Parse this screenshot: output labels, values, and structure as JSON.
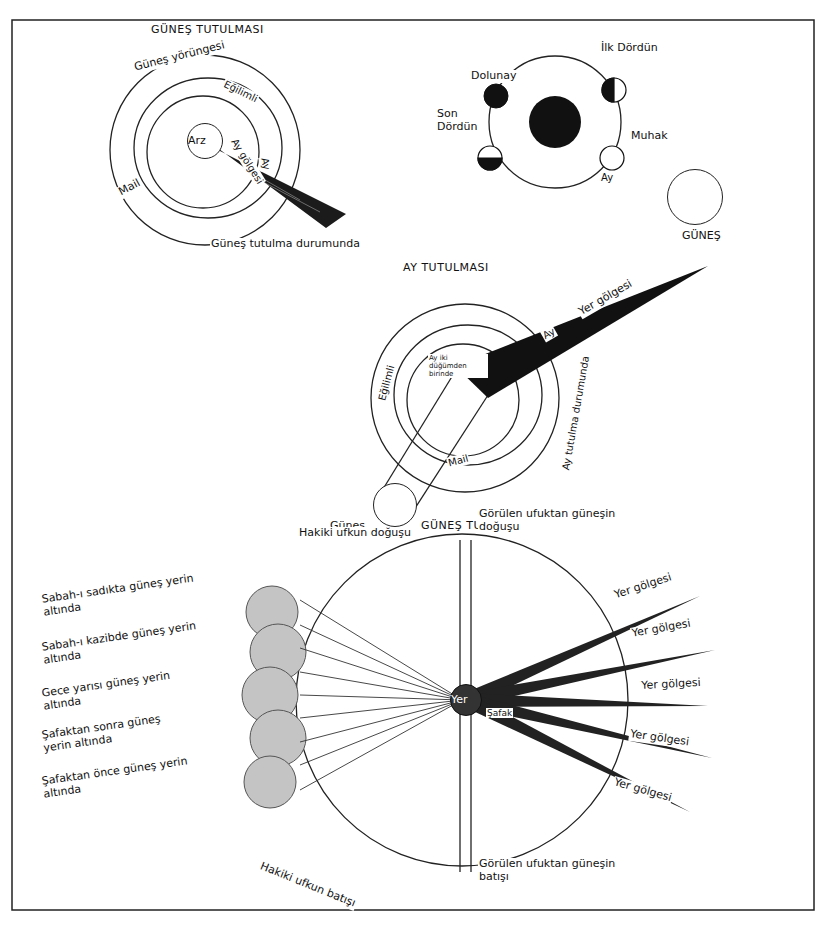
{
  "diagram": {
    "nodes": [
      {
        "text": [
          "Arz"
        ]
      },
      {
        "text": [
          "GÜNEŞ"
        ]
      },
      {
        "text": [
          "Güneş"
        ]
      },
      {
        "text": [
          "Yer"
        ]
      }
    ],
    "labels": [
      "GÜNEŞ TUTULMASI",
      "Güneş yörüngesi",
      "Eğilimli",
      "Ay gölgesi",
      "Mail",
      "Ay",
      "Güneş tutulma durumunda",
      "Dolunay",
      "İlk Dördün",
      "Son Dördün",
      "Muhak",
      "Ay",
      "AY TUTULMASI",
      "Eğilimli",
      "Ay iki düğümden birinde",
      "Yer gölgesi",
      "Ay",
      "Ay tutulma durumunda",
      "Mail",
      "GÜNEŞ TUTULMASI",
      "Hakiki ufkun doğuşu",
      "Görülen ufuktan güneşin doğuşu",
      "Sabah-ı sadıkta güneş yerin altında",
      "Sabah-ı kazibde güneş yerin altında",
      "Gece yarısı güneş yerin altında",
      "Şafaktan sonra güneş yerin altında",
      "Şafaktan önce güneş yerin altında",
      "Yer gölgesi",
      "Yer gölgesi",
      "Yer gölgesi",
      "Yer gölgesi",
      "Yer gölgesi",
      "Hakiki ufkun batışı",
      "Görülen ufuktan güneşin batışı",
      "Şafak"
    ]
  }
}
